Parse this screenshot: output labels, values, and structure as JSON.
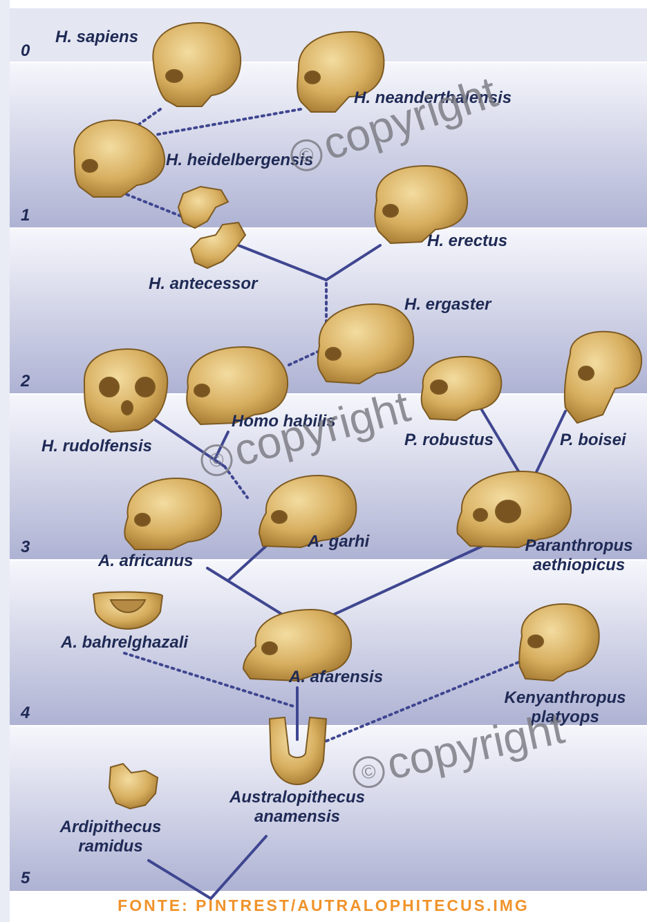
{
  "scale": {
    "ticks": [
      "0",
      "1",
      "2",
      "3",
      "4",
      "5"
    ]
  },
  "species": {
    "h_sapiens": "H. sapiens",
    "h_neanderthalensis": "H. neanderthalensis",
    "h_heidelbergensis": "H. heidelbergensis",
    "h_erectus": "H. erectus",
    "h_antecessor": "H. antecessor",
    "h_ergaster": "H. ergaster",
    "h_rudolfensis": "H. rudolfensis",
    "homo_habilis": "Homo habilis",
    "p_robustus": "P. robustus",
    "p_boisei": "P. boisei",
    "a_africanus": "A. africanus",
    "a_garhi": "A. garhi",
    "paranthropus_aethiopicus_1": "Paranthropus",
    "paranthropus_aethiopicus_2": "aethiopicus",
    "a_bahrelghazali": "A. bahrelghazali",
    "a_afarensis": "A. afarensis",
    "kenyanthropus_1": "Kenyanthropus",
    "kenyanthropus_2": "platyops",
    "ardipithecus_1": "Ardipithecus",
    "ardipithecus_2": "ramidus",
    "australopithecus_anamensis_1": "Australopithecus",
    "australopithecus_anamensis_2": "anamensis"
  },
  "watermark": {
    "symbol": "©",
    "text": "copyright"
  },
  "source": "FONTE: PINTREST/AUTRALOPHITECUS.IMG",
  "colors": {
    "band_top": "#f4f5fb",
    "band_bottom": "#a9aed0",
    "line": "#3f4690",
    "skull": "#d9b56a",
    "skull_dark": "#8a6326",
    "source": "#f0932b"
  }
}
